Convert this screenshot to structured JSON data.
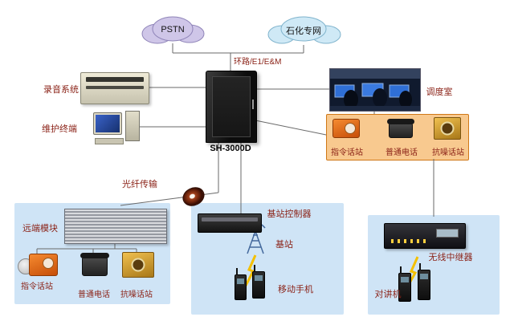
{
  "colors": {
    "box_blue": "#cfe4f6",
    "box_orange_fill": "#f8c98f",
    "box_orange_border": "#d07818",
    "cloud_purple": "#cfc6e8",
    "cloud_blue": "#cfe9f6",
    "label_red": "#8b2318",
    "lightning_yellow": "#f4c000"
  },
  "diagram": {
    "clouds": {
      "pstn": "PSTN",
      "petro_network": "石化专网"
    },
    "trunk_label": "环路/E1/E&M",
    "cabinet_label": "SH-3000D",
    "recorder_label": "录音系统",
    "terminal_label": "维护终端",
    "dispatch_room_label": "调度室",
    "dispatch_stations": [
      "指令话站",
      "普通电话",
      "抗噪话站"
    ],
    "fiber_label": "光纤传输",
    "remote_module_label": "远端模块",
    "remote_stations": [
      "指令话站",
      "普通电话",
      "抗噪话站"
    ],
    "base_controller_label": "基站控制器",
    "base_station_label": "基站",
    "mobile_label": "移动手机",
    "repeater_label": "无线中继器",
    "walkie_label": "对讲机"
  }
}
